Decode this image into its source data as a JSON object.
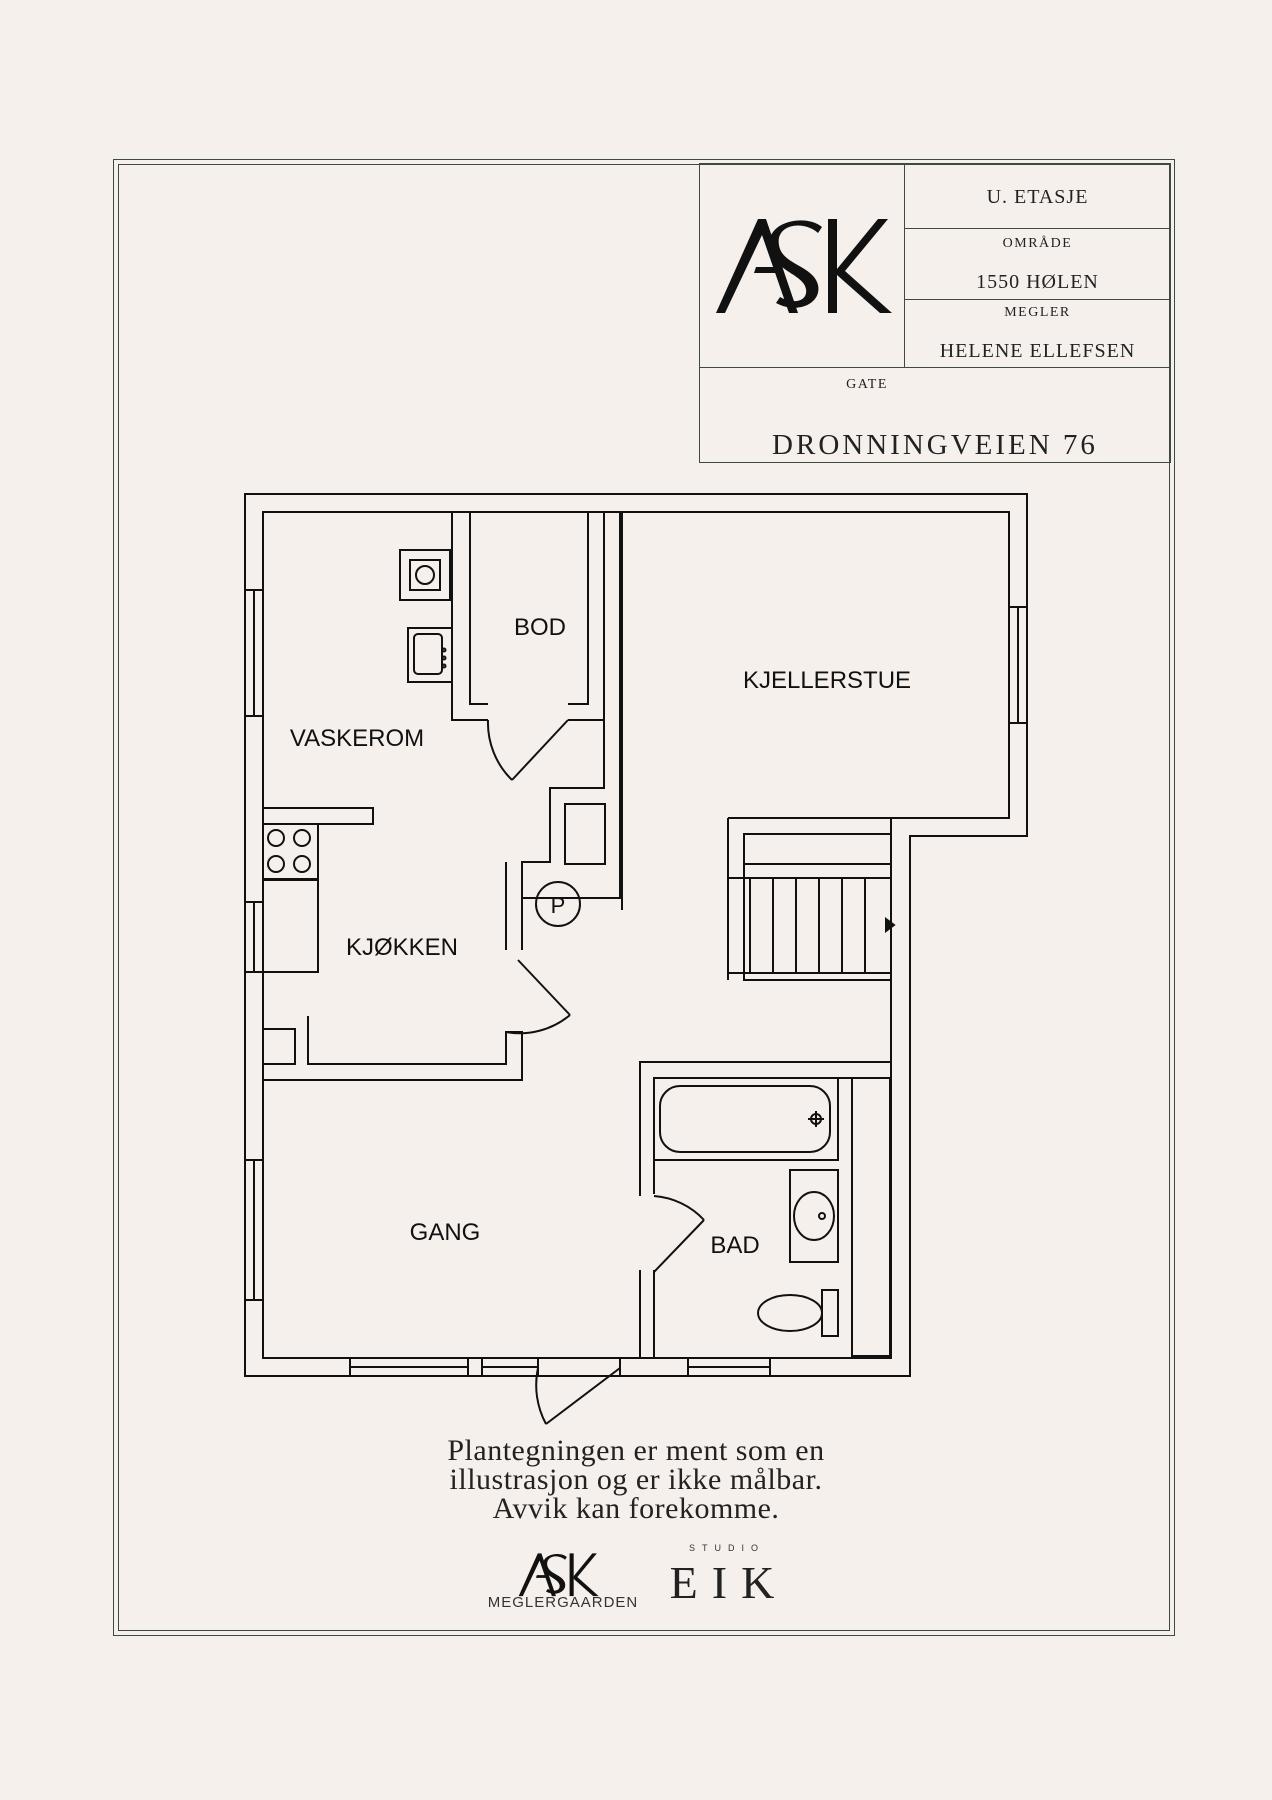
{
  "title_block": {
    "floor": "U. ETASJE",
    "area_label": "OMRÅDE",
    "area_value": "1550 HØLEN",
    "broker_label": "MEGLER",
    "broker_value": "HELENE ELLEFSEN",
    "street_label": "GATE",
    "street_value": "DRONNINGVEIEN 76"
  },
  "logos": {
    "ask_subtitle": "MEGLERGAARDEN",
    "studio_label": "STUDIO",
    "eik_label": "EIK"
  },
  "rooms": {
    "vaskerom": "VASKEROM",
    "bod": "BOD",
    "kjellerstue": "KJELLERSTUE",
    "kjokken": "KJØKKEN",
    "gang": "GANG",
    "bad": "BAD",
    "p_symbol": "P"
  },
  "disclaimer": {
    "line1": "Plantegningen er ment som en",
    "line2": "illustrasjon og er ikke målbar.",
    "line3": "Avvik kan forekomme."
  },
  "colors": {
    "background": "#f6f0ed",
    "frame": "#3d4a3c",
    "ink": "#111111"
  }
}
